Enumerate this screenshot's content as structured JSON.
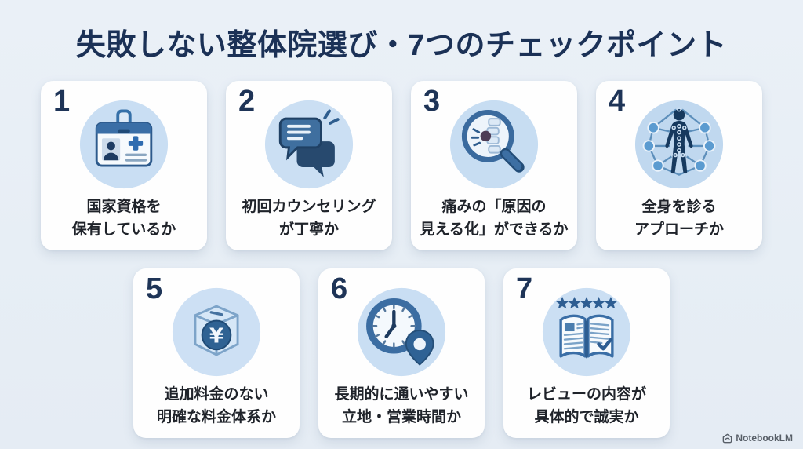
{
  "page": {
    "title": "失敗しない整体院選び・7つのチェックポイント"
  },
  "cards": [
    {
      "number": "1",
      "icon": "id-badge-icon",
      "line1": "国家資格を",
      "line2": "保有しているか"
    },
    {
      "number": "2",
      "icon": "chat-bubbles-icon",
      "line1": "初回カウンセリング",
      "line2": "が丁寧か"
    },
    {
      "number": "3",
      "icon": "magnifier-spine-icon",
      "line1": "痛みの「原因の",
      "line2": "見える化」ができるか"
    },
    {
      "number": "4",
      "icon": "body-network-icon",
      "line1": "全身を診る",
      "line2": "アプローチか"
    },
    {
      "number": "5",
      "icon": "yen-box-icon",
      "line1": "追加料金のない",
      "line2": "明確な料金体系か"
    },
    {
      "number": "6",
      "icon": "clock-pin-icon",
      "line1": "長期的に通いやすい",
      "line2": "立地・営業時間か"
    },
    {
      "number": "7",
      "icon": "review-book-icon",
      "line1": "レビューの内容が",
      "line2": "具体的で誠実か"
    }
  ],
  "icons": {
    "yen_symbol": "¥"
  },
  "footer": {
    "brand": "NotebookLM"
  },
  "colors": {
    "background": "#e8eef5",
    "card": "#fefefe",
    "title_navy": "#1b3156",
    "number_navy": "#1e3457",
    "label_dark": "#1f232a",
    "icon_circle": "#cbdff3",
    "icon_steel_blue": "#3a6ea4",
    "icon_dark_navy": "#1d3a5e",
    "watermark_grey": "#575e67"
  }
}
